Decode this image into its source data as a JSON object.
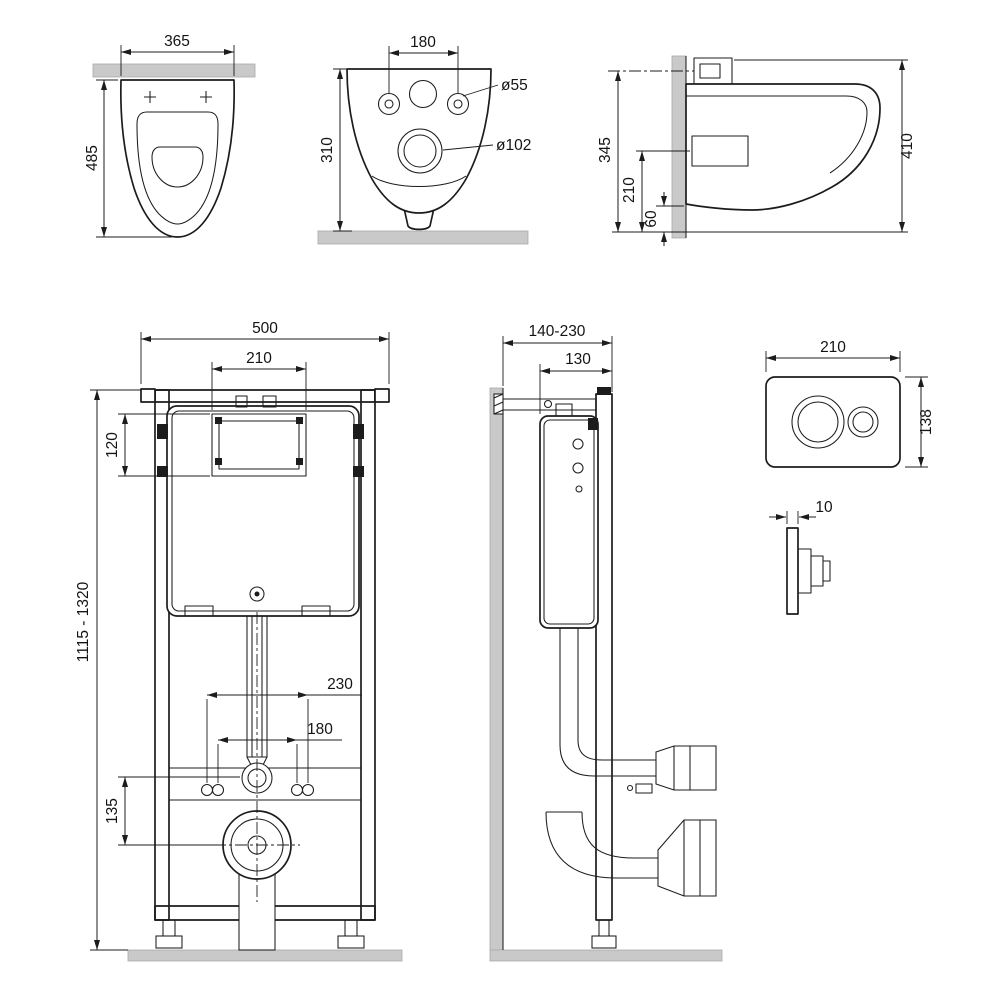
{
  "colors": {
    "line": "#1c1c1c",
    "wall_fill": "#c9c9c9",
    "background": "#ffffff"
  },
  "views": {
    "bowl_top": {
      "width": "365",
      "depth": "485"
    },
    "bowl_back": {
      "bolt_spacing": "180",
      "bolt_hole_diameter": "ø55",
      "outlet_diameter": "ø102",
      "height": "310"
    },
    "bowl_side": {
      "height_to_axis": "345",
      "outlet_height": "210",
      "gap": "60",
      "overall_height": "410"
    },
    "frame_front": {
      "overall_width": "500",
      "opening_width": "210",
      "opening_height": "120",
      "overall_height": "1115 - 1320",
      "outer_bolt_spacing": "230",
      "inner_bolt_spacing": "180",
      "lower_offset": "135"
    },
    "frame_side": {
      "depth_range": "140-230",
      "frame_depth": "130"
    },
    "flush_plate": {
      "width": "210",
      "height": "138",
      "thickness": "10"
    }
  }
}
